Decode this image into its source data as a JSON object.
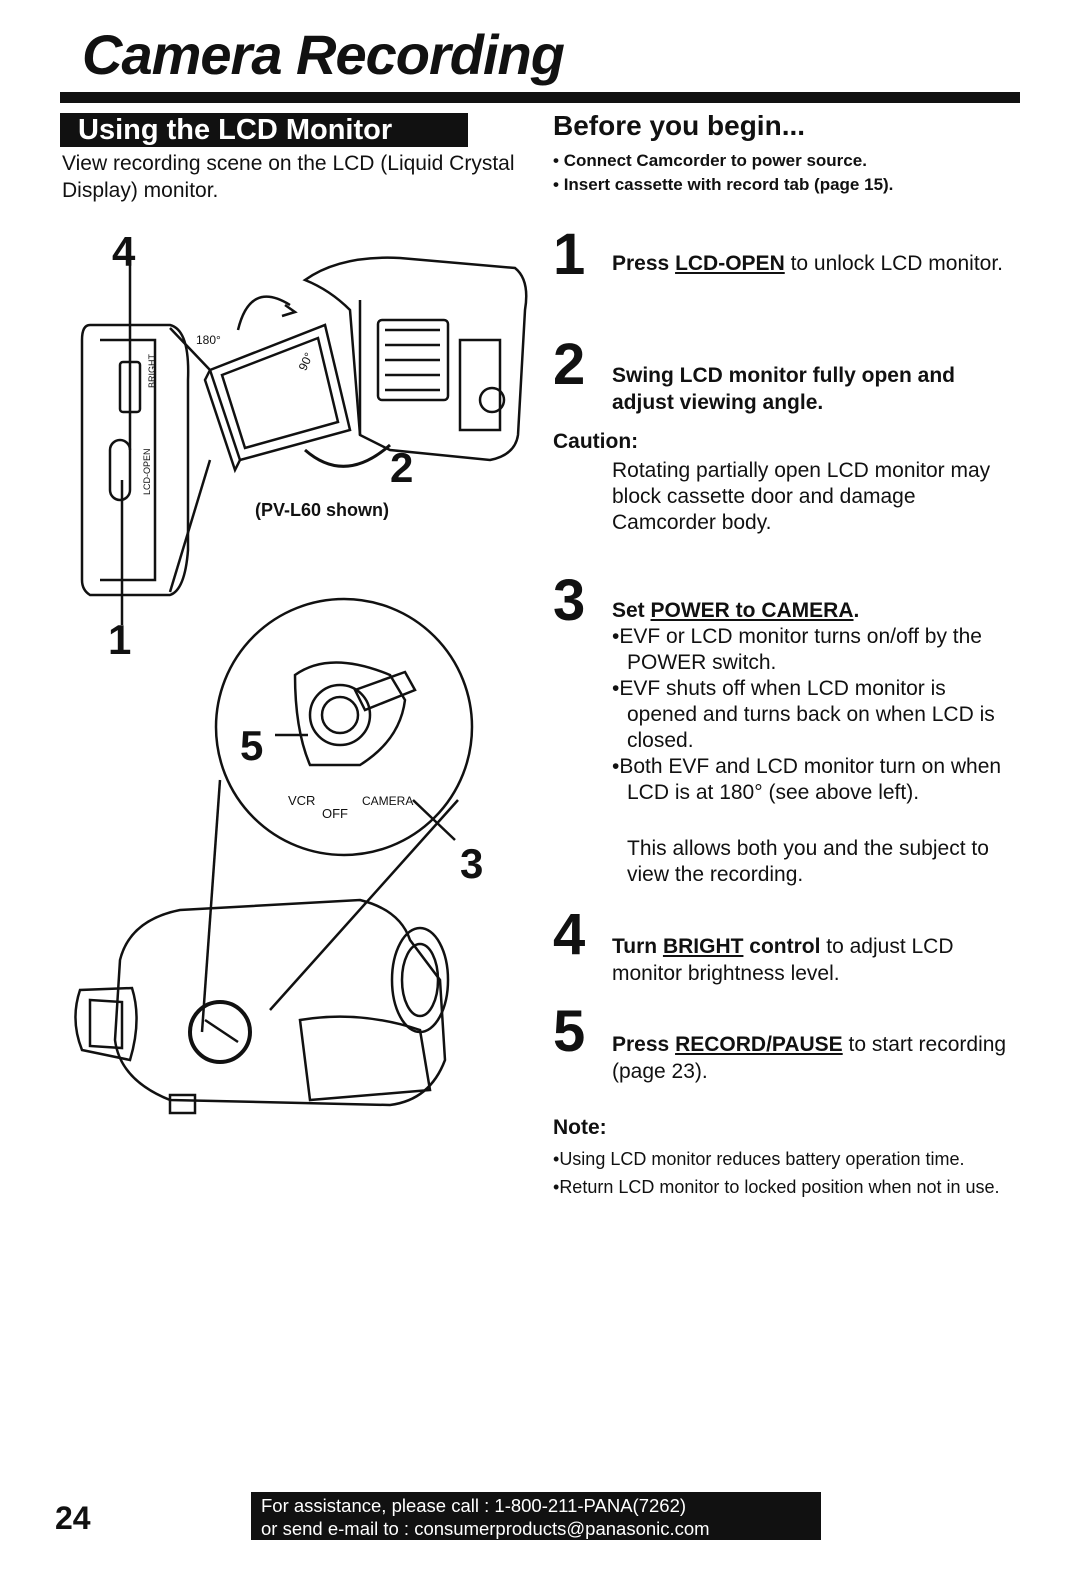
{
  "page": {
    "title": "Camera Recording",
    "page_number": "24"
  },
  "left": {
    "section_heading": "Using the LCD Monitor",
    "intro": "View recording scene on the LCD (Liquid Crystal Display) monitor.",
    "illustration": {
      "caption": "(PV-L60 shown)",
      "callouts": [
        "4",
        "1",
        "2",
        "5",
        "3"
      ],
      "labels": {
        "angle_180": "180°",
        "angle_90": "90°",
        "bright": "BRIGHT",
        "lcd_open": "LCD-OPEN",
        "vcr": "VCR",
        "off": "OFF",
        "camera": "CAMERA"
      }
    }
  },
  "before": {
    "title": "Before you begin...",
    "items": [
      "Connect Camcorder to power source.",
      "Insert cassette with record tab (page 15)."
    ]
  },
  "steps": {
    "s1": {
      "num": "1",
      "press": "Press ",
      "control": "LCD-OPEN",
      "rest": " to unlock LCD monitor."
    },
    "s2": {
      "num": "2",
      "text": "Swing LCD monitor fully open and adjust viewing angle."
    },
    "caution": {
      "label": "Caution:",
      "text": "Rotating partially open LCD monitor may block cassette door and damage Camcorder body."
    },
    "s3": {
      "num": "3",
      "set": "Set ",
      "control": "POWER to CAMERA",
      "period": ".",
      "bullets": [
        "EVF or LCD monitor turns on/off by the POWER switch.",
        "EVF shuts off when LCD monitor is opened and turns back on when LCD is closed.",
        "Both EVF and LCD monitor turn on when LCD is at 180° (see above left)."
      ],
      "extra": "This allows both you and the subject to view the recording."
    },
    "s4": {
      "num": "4",
      "turn": "Turn ",
      "control": "BRIGHT",
      "control2": " control",
      "rest": " to adjust LCD monitor brightness level."
    },
    "s5": {
      "num": "5",
      "press": "Press ",
      "control": "RECORD/PAUSE",
      "rest": " to start recording (page 23)."
    }
  },
  "note": {
    "label": "Note:",
    "items": [
      "Using LCD monitor reduces battery operation time.",
      "Return LCD monitor to locked position when not in use."
    ]
  },
  "footer": {
    "line1": "For assistance, please call : 1-800-211-PANA(7262)",
    "line2": "or send e-mail to : consumerproducts@panasonic.com"
  }
}
